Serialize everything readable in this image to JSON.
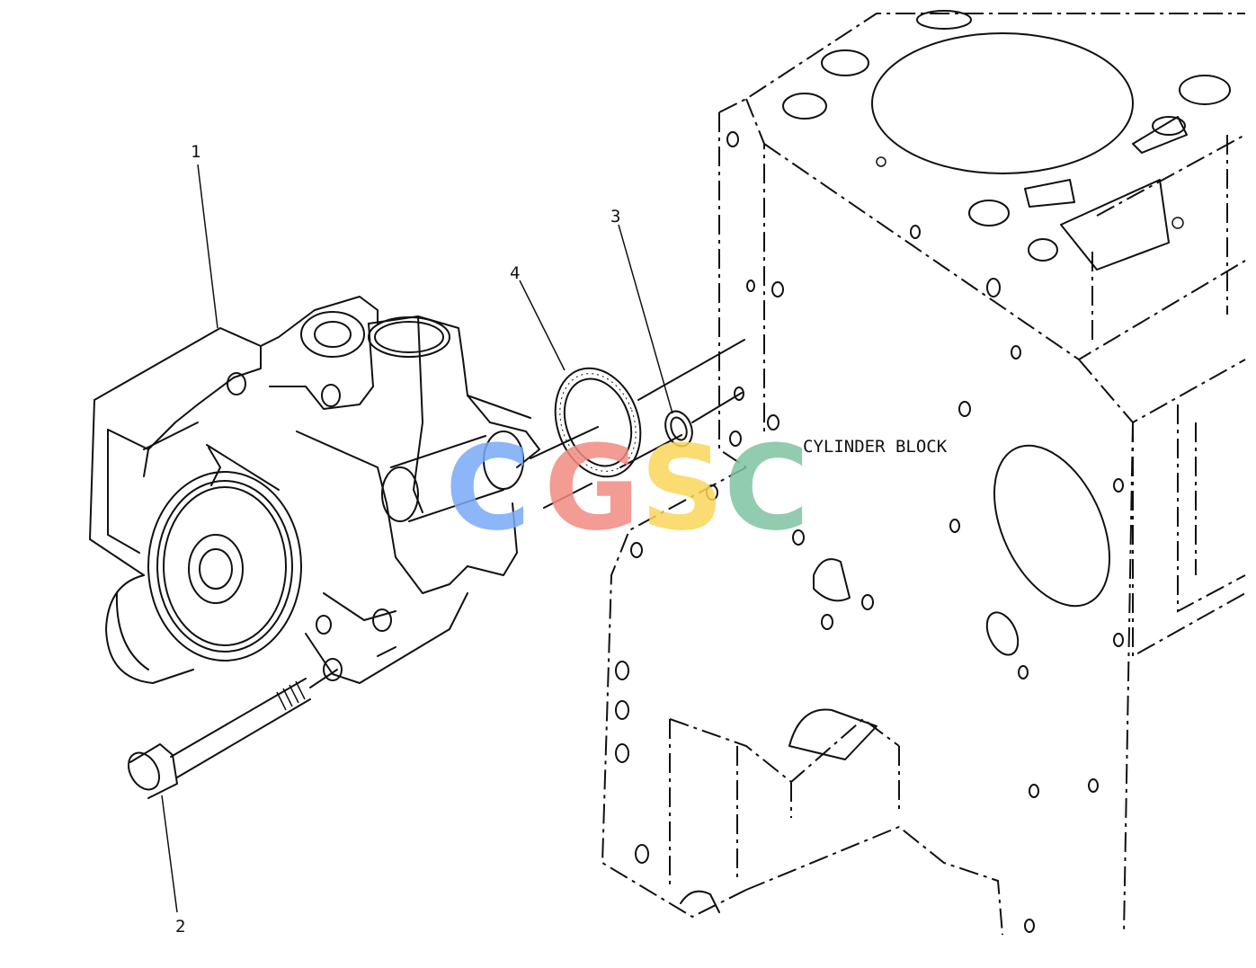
{
  "callouts": {
    "part_1": "1",
    "part_2": "2",
    "part_3": "3",
    "part_4": "4"
  },
  "text_label": "CYLINDER BLOCK",
  "watermark": {
    "letters": [
      "C",
      "G",
      "S",
      "C"
    ],
    "colors": [
      "#7aaaf7",
      "#f28b82",
      "#fbd75b",
      "#7fc4a1"
    ]
  }
}
